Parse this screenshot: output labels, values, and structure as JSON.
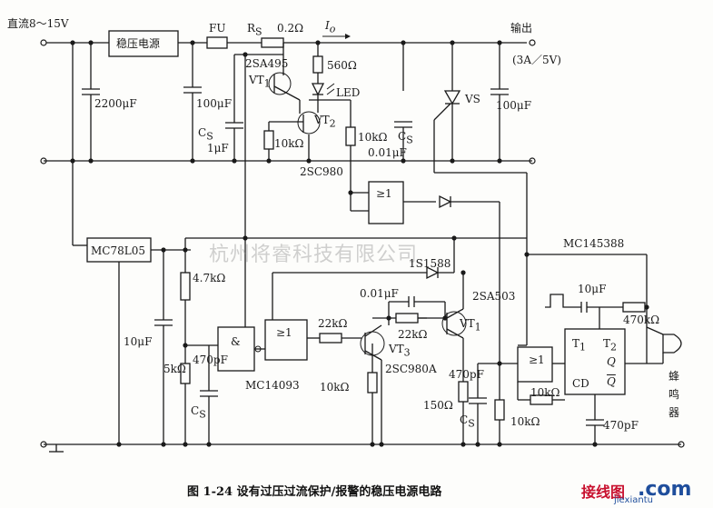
{
  "labels": {
    "input": "直流8～15V",
    "regulator": "稳压电源",
    "fuse": "FU",
    "rs": "R",
    "rs_sub": "S",
    "rs_val": "0.2Ω",
    "io": "I",
    "io_sub": "o",
    "output": "输出",
    "output_spec": "(3A／5V)",
    "c_2200": "2200μF",
    "c_100_a": "100μF",
    "c_100_b": "100μF",
    "cs": "C",
    "cs_sub": "S",
    "c_1u": "1μF",
    "c_001": "0.01μF",
    "t_2sa495": "2SA495",
    "vt1": "VT",
    "vt1_sub": "1",
    "vt2": "VT",
    "vt2_sub": "2",
    "r_560": "560Ω",
    "led": "LED",
    "r_10k_a": "10kΩ",
    "r_10k_b": "10kΩ",
    "t_2sc980": "2SC980",
    "vs": "VS",
    "mc78l05": "MC78L05",
    "watermark": "杭州将睿科技有限公司",
    "mc145388": "MC145388",
    "d_1s1588": "1S1588",
    "c_001u": "0.01μF",
    "r_47k": "4.7kΩ",
    "c_10u_a": "10μF",
    "r_5k": "5kΩ",
    "c_470p_a": "470pF",
    "cs2": "C",
    "cs2_sub": "S",
    "r_22k_a": "22kΩ",
    "r_22k_b": "22kΩ",
    "vt3": "VT",
    "vt3_sub": "3",
    "t_2sc980a": "2SC980A",
    "vt4": "VT",
    "vt4_sub": "1",
    "t_2sa503": "2SA503",
    "r_10k_c": "10kΩ",
    "mc14093": "MC14093",
    "r_150": "150Ω",
    "c_470p_b": "470pF",
    "cs3": "C",
    "cs3_sub": "S",
    "r_10k_d": "10kΩ",
    "r_10k_e": "10kΩ",
    "c_10u_b": "10μF",
    "r_470k": "470kΩ",
    "c_470p_c": "470pF",
    "t1": "T",
    "t1_sub": "1",
    "t2": "T",
    "t2_sub": "2",
    "cd": "CD",
    "q": "Q",
    "qbar": "Q",
    "buzzer": "蜂鸣器",
    "gate_and": "&",
    "gate_or": "≥1",
    "caption": "图 1-24    设有过压过流保护/报警的稳压电源电路",
    "logo_cn": "接线图",
    "logo_en": "jiexiantu",
    "logo_com": ".com"
  },
  "colors": {
    "ink": "#1a1a1a",
    "logo_red": "#c8102e",
    "logo_blue": "#1f4e9c"
  }
}
